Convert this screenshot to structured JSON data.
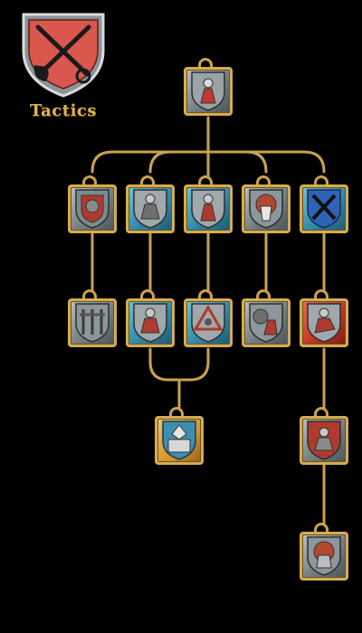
{
  "header": {
    "title": "Tactics",
    "crest_icon": "crossed-swords-shovel-crest-icon"
  },
  "colors": {
    "rope": "#c9a24b",
    "frame": "#d4ad52",
    "title": "#e0b247",
    "crest_red": "#d9574c"
  },
  "skills": [
    {
      "id": "root",
      "icon": "leader-figure-icon",
      "tone": "grey"
    },
    {
      "id": "t1a",
      "icon": "helmet-shield-icon",
      "tone": "grey"
    },
    {
      "id": "t1b",
      "icon": "armored-soldier-icon",
      "tone": "blue"
    },
    {
      "id": "t1c",
      "icon": "knight-stance-icon",
      "tone": "blue"
    },
    {
      "id": "t1d",
      "icon": "gear-figure-icon",
      "tone": "grey"
    },
    {
      "id": "t1e",
      "icon": "crossed-swords-icon",
      "tone": "blue"
    },
    {
      "id": "t2a",
      "icon": "weapon-rack-icon",
      "tone": "grey"
    },
    {
      "id": "t2b",
      "icon": "squad-soldier-icon",
      "tone": "blue"
    },
    {
      "id": "t2c",
      "icon": "triangle-formation-icon",
      "tone": "blue"
    },
    {
      "id": "t2d",
      "icon": "engineer-icon",
      "tone": "grey"
    },
    {
      "id": "t2e",
      "icon": "charging-warrior-icon",
      "tone": "red"
    },
    {
      "id": "t3a",
      "icon": "fortress-banner-icon",
      "tone": "gold"
    },
    {
      "id": "t3b",
      "icon": "shield-bearer-icon",
      "tone": "grey"
    },
    {
      "id": "t4b",
      "icon": "gear-warrior-icon",
      "tone": "grey"
    }
  ]
}
